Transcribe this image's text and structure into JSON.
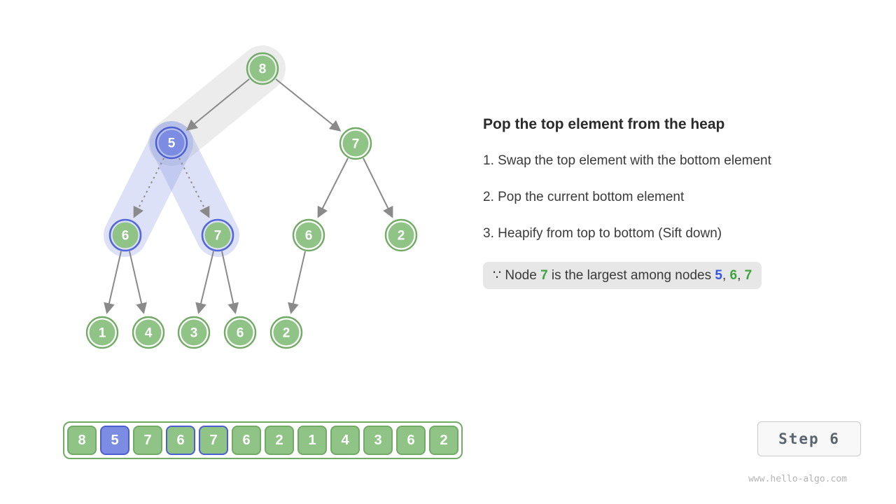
{
  "panel": {
    "title": "Pop the top element from the heap",
    "steps": [
      "1. Swap the top element with the bottom element",
      "2. Pop the current bottom element",
      "3. Heapify from top to bottom (Sift down)"
    ],
    "note": {
      "prefix": "∵ Node ",
      "node_a": "7",
      "middle": " is the largest among nodes ",
      "n1": "5",
      "sep1": ", ",
      "n2": "6",
      "sep2": ", ",
      "n3": "7"
    }
  },
  "tree": {
    "nodes": [
      {
        "value": "8",
        "state": "normal"
      },
      {
        "value": "5",
        "state": "swapped-blue"
      },
      {
        "value": "7",
        "state": "normal"
      },
      {
        "value": "6",
        "state": "sift-candidate"
      },
      {
        "value": "7",
        "state": "sift-candidate"
      },
      {
        "value": "6",
        "state": "normal"
      },
      {
        "value": "2",
        "state": "normal"
      },
      {
        "value": "1",
        "state": "normal"
      },
      {
        "value": "4",
        "state": "normal"
      },
      {
        "value": "3",
        "state": "normal"
      },
      {
        "value": "6",
        "state": "normal"
      },
      {
        "value": "2",
        "state": "normal"
      }
    ]
  },
  "array": {
    "values": [
      "8",
      "5",
      "7",
      "6",
      "7",
      "6",
      "2",
      "1",
      "4",
      "3",
      "6",
      "2"
    ],
    "blue_index": 1,
    "ring_indices": [
      3,
      4
    ]
  },
  "step": {
    "label": "Step 6"
  },
  "watermark": "www.hello-algo.com",
  "colors": {
    "node_green_fill": "#90c487",
    "node_green_border": "#71ab65",
    "node_blue_fill": "#7b8ce2",
    "node_blue_border": "#4b5fd3",
    "edge_gray": "#8a8a8a",
    "band_gray": "rgba(170,170,170,0.22)",
    "band_blue": "rgba(118,138,226,0.26)",
    "accent_green_text": "#3fa33f",
    "accent_blue_text": "#3355e8",
    "note_bg": "#e7e7e7"
  }
}
